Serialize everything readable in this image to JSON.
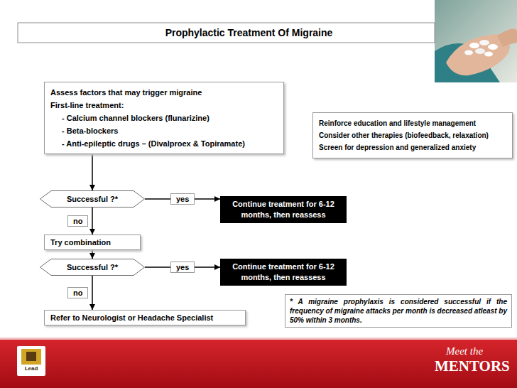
{
  "diagram": {
    "title": "Prophylactic Treatment Of Migraine",
    "nodes": [
      {
        "text": [
          "Assess factors that may trigger migraine",
          "First-line treatment:",
          "- Calcium channel blockers (flunarizine)",
          "- Beta-blockers",
          "- Anti-epileptic drugs – (Divalproex & Topiramate)"
        ]
      },
      {
        "text": [
          "Reinforce education and lifestyle  management",
          "Consider other therapies (biofeedback, relaxation)",
          "Screen for depression and generalized anxiety"
        ]
      },
      {
        "text": [
          "Successful ?*"
        ]
      },
      {
        "text": [
          "Continue treatment for 6-12 months, then reassess"
        ]
      },
      {
        "text": [
          "Try combination"
        ]
      },
      {
        "text": [
          "Successful ?*"
        ]
      },
      {
        "text": [
          "Continue treatment for 6-12 months, then reassess"
        ]
      },
      {
        "text": [
          "Refer to Neurologist or Headache Specialist"
        ]
      },
      {
        "text": [
          "* A migraine prophylaxis is considered successful if the frequency of migraine attacks per month is decreased atleast by 50% within 3 months."
        ]
      }
    ],
    "edges": [
      {
        "from": 0,
        "to": 2,
        "arrow": "to"
      },
      {
        "from": 2,
        "to": 3,
        "label": "yes",
        "arrow": "to"
      },
      {
        "from": 2,
        "to": 4,
        "label": "no",
        "arrow": "to"
      },
      {
        "from": 4,
        "to": 5,
        "arrow": "to"
      },
      {
        "from": 5,
        "to": 6,
        "label": "yes",
        "arrow": "to"
      },
      {
        "from": 5,
        "to": 7,
        "label": "no",
        "arrow": "to"
      }
    ],
    "labels": [
      "Lead",
      "Meet the",
      "MENTORS"
    ]
  }
}
